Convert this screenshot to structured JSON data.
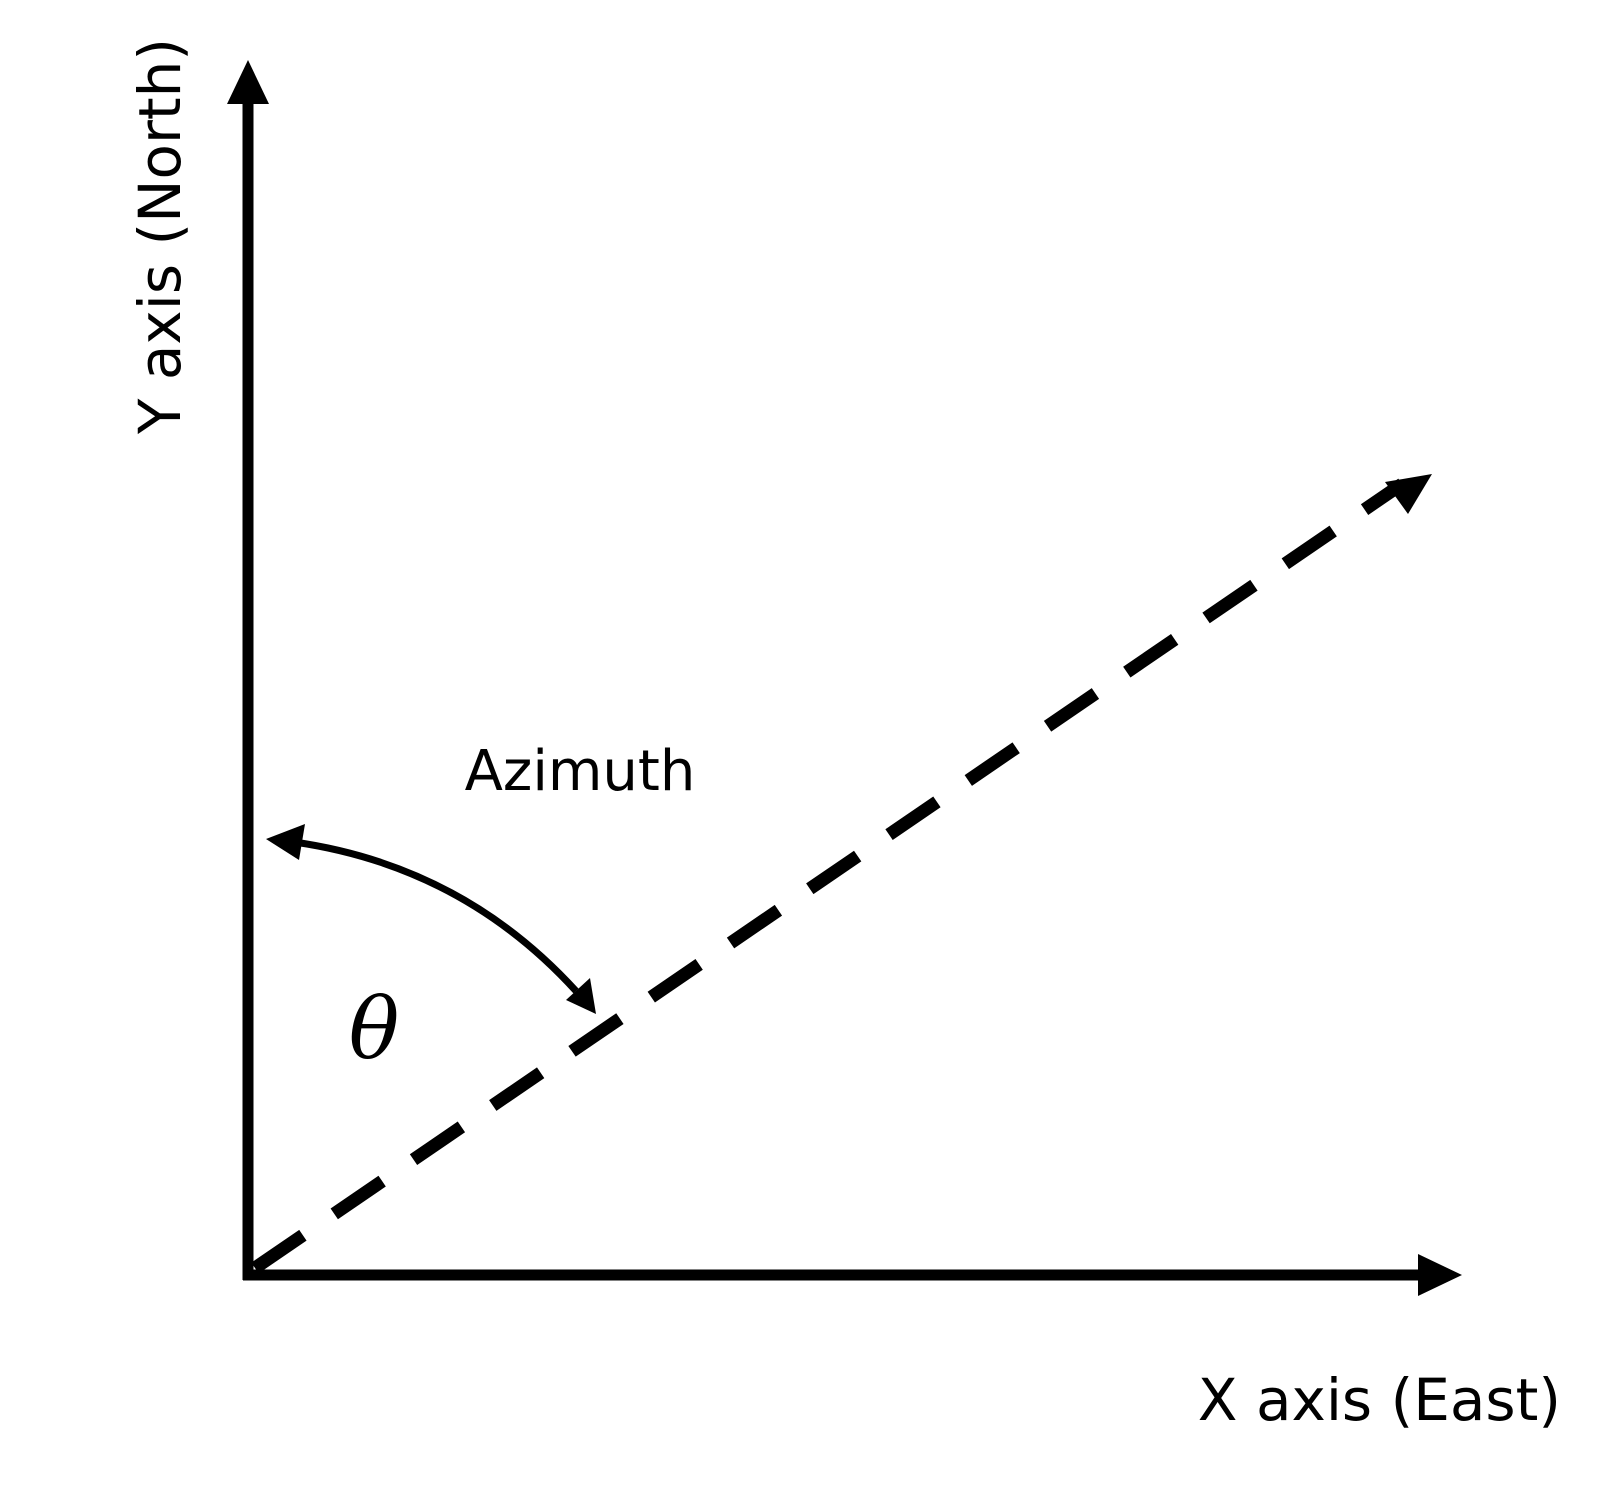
{
  "labels": {
    "y_axis": "Y axis (North)",
    "x_axis": "X axis (East)",
    "azimuth": "Azimuth",
    "theta": "θ"
  },
  "colors": {
    "ink": "#000000",
    "background": "#ffffff"
  }
}
